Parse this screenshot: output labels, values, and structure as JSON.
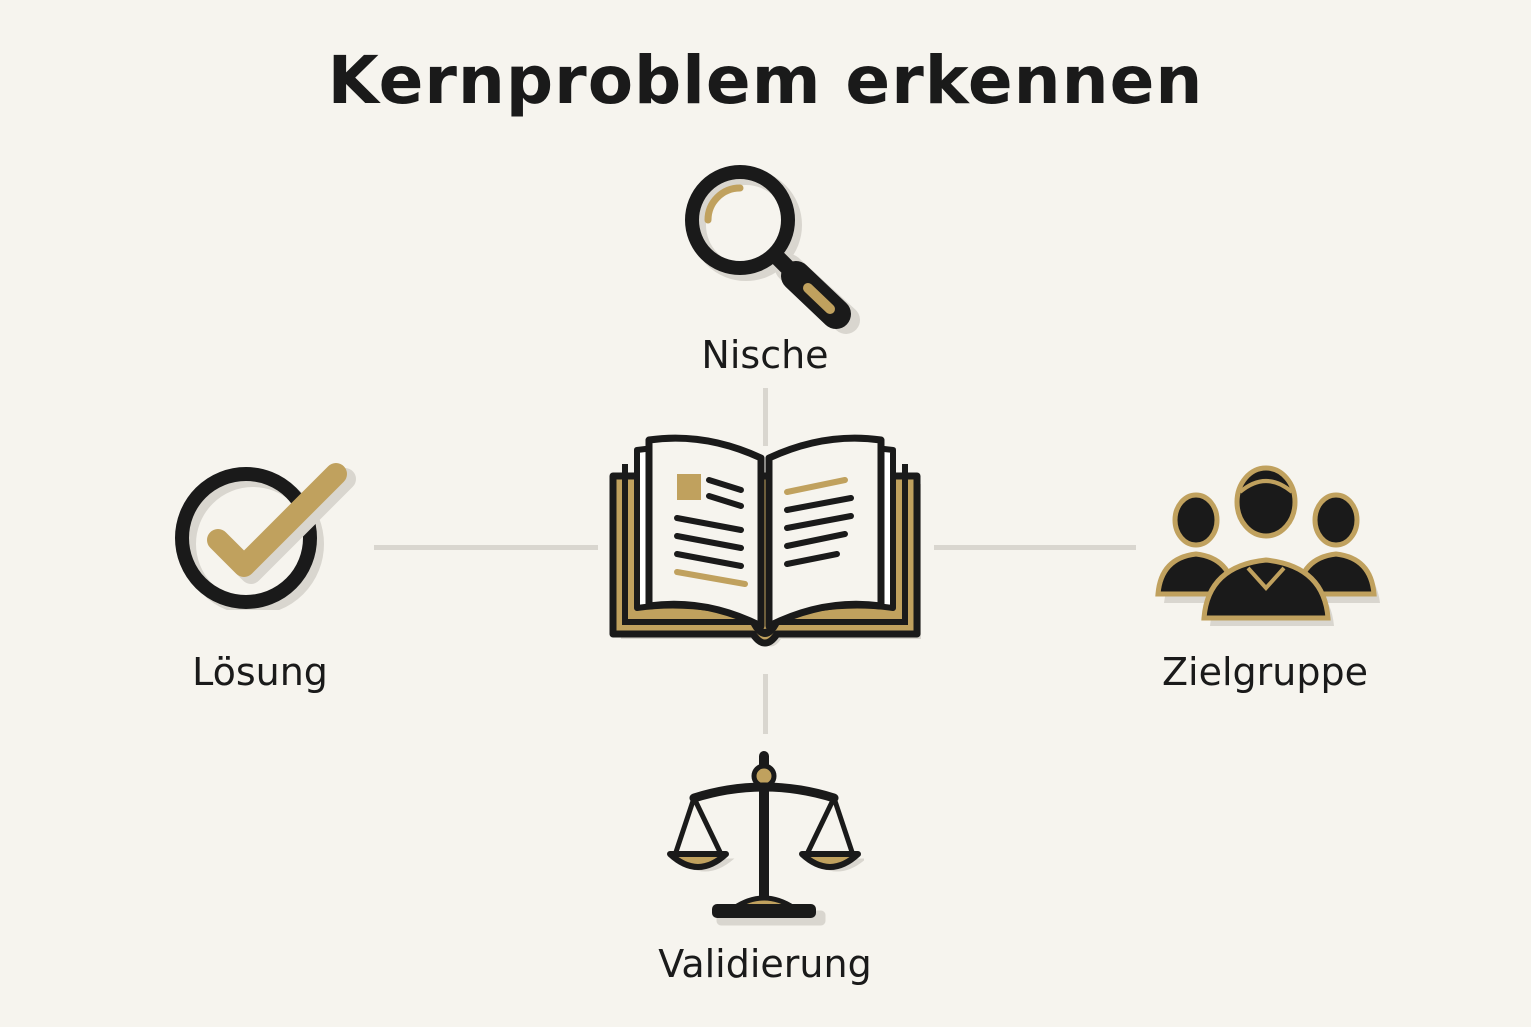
{
  "title": "Kernproblem erkennen",
  "nodes": {
    "top": {
      "label": "Nische",
      "icon": "magnifying-glass-icon"
    },
    "left": {
      "label": "Lösung",
      "icon": "check-circle-icon"
    },
    "right": {
      "label": "Zielgruppe",
      "icon": "people-group-icon"
    },
    "bottom": {
      "label": "Validierung",
      "icon": "scales-icon"
    },
    "center": {
      "icon": "open-book-icon"
    }
  },
  "colors": {
    "background": "#f6f4ee",
    "ink": "#1a1a1a",
    "accent_gold": "#c0a15e",
    "connector": "#d9d6cf"
  }
}
